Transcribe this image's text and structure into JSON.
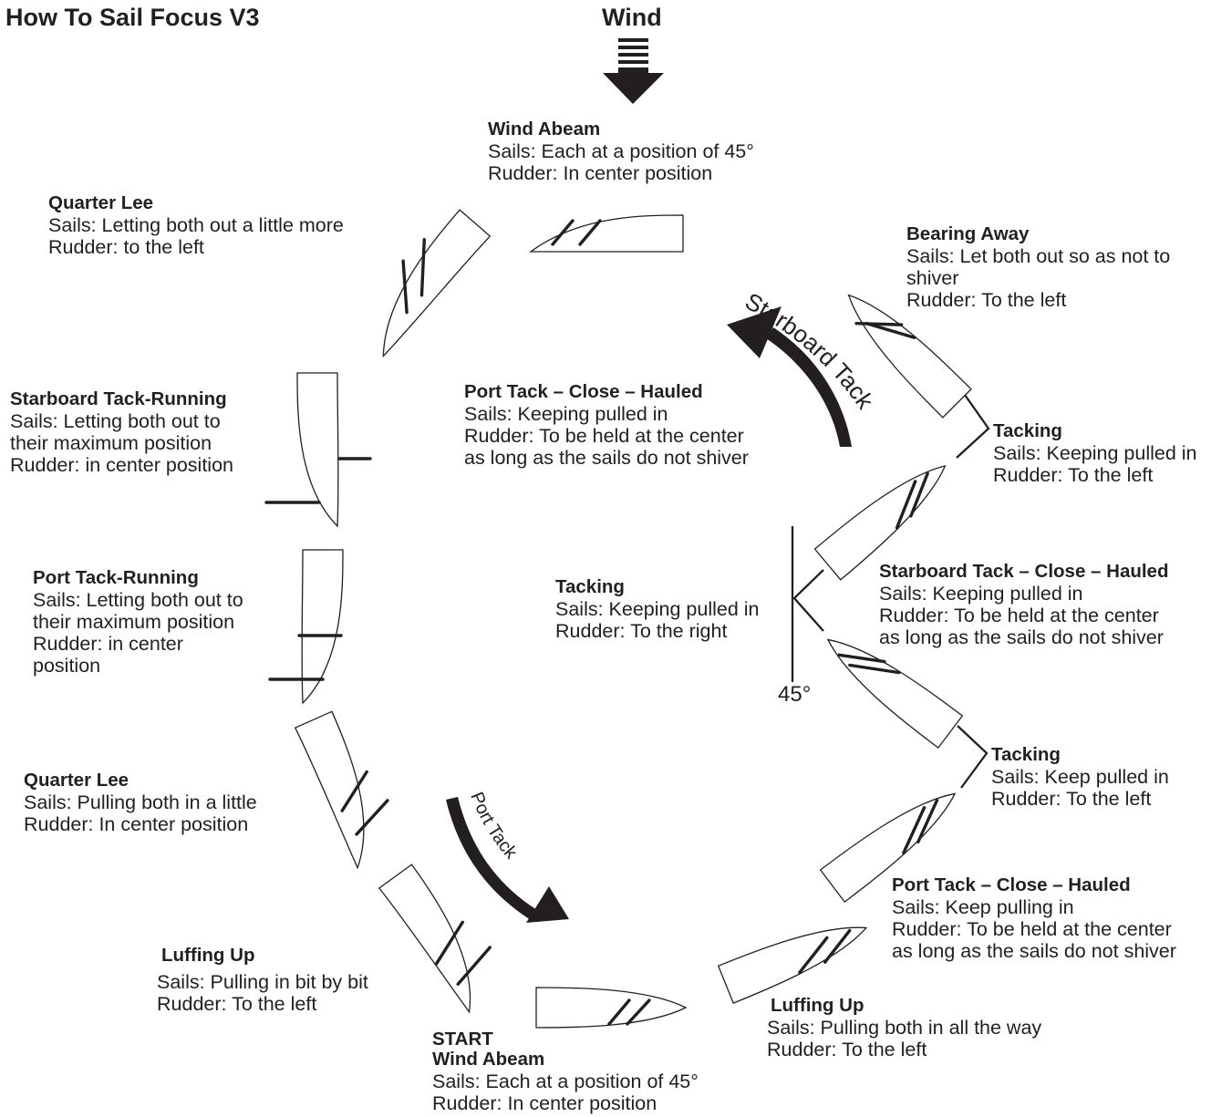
{
  "title": "How To Sail Focus V3",
  "wind_label": "Wind",
  "angle_label": "45°",
  "arrows": {
    "starboard_tack": "Starboard Tack",
    "port_tack": "Port Tack"
  },
  "colors": {
    "ink": "#231f20",
    "background": "#ffffff"
  },
  "steps": [
    {
      "heading": "Wind Abeam",
      "lines": [
        "Sails: Each at a position of 45°",
        "Rudder: In center position"
      ]
    },
    {
      "heading": "Quarter Lee",
      "lines": [
        "Sails: Letting both out a little more",
        "Rudder: to the left"
      ]
    },
    {
      "heading": "Bearing Away",
      "lines": [
        "Sails: Let both out so as not to",
        "shiver",
        "Rudder: To the left"
      ]
    },
    {
      "heading": "Port Tack – Close – Hauled",
      "lines": [
        "Sails: Keeping pulled in",
        "Rudder: To be held at the center",
        "as long as the sails do not shiver"
      ]
    },
    {
      "heading": "Starboard Tack-Running",
      "lines": [
        "Sails: Letting both out to",
        "their maximum position",
        "Rudder: in center position"
      ]
    },
    {
      "heading": "Tacking",
      "lines": [
        "Sails: Keeping pulled in",
        "Rudder: To the left"
      ]
    },
    {
      "heading": "Port Tack-Running",
      "lines": [
        "Sails: Letting both out to",
        "their maximum position",
        "Rudder: in center",
        "position"
      ]
    },
    {
      "heading": "Tacking",
      "lines": [
        "Sails: Keeping pulled in",
        "Rudder: To the right"
      ]
    },
    {
      "heading": "Starboard Tack – Close – Hauled",
      "lines": [
        "Sails: Keeping pulled in",
        "Rudder: To be held at the center",
        "as long as the sails do not shiver"
      ]
    },
    {
      "heading": "Quarter Lee",
      "lines": [
        "Sails: Pulling both in a little",
        "Rudder: In center position"
      ]
    },
    {
      "heading": "Tacking",
      "lines": [
        "Sails: Keep pulled in",
        "Rudder: To the left"
      ]
    },
    {
      "heading": "Port Tack – Close – Hauled",
      "lines": [
        "Sails: Keep pulling in",
        "Rudder: To be held at the center",
        "as long as the sails do not shiver"
      ]
    },
    {
      "heading": "Luffing Up",
      "lines": [
        "Sails: Pulling in bit by bit",
        "Rudder: To the left"
      ]
    },
    {
      "heading": "Luffing Up",
      "lines": [
        "Sails: Pulling both in all the way",
        "Rudder: To the left"
      ]
    },
    {
      "heading": "START",
      "subheading": "Wind Abeam",
      "lines": [
        "Sails: Each at a position of 45°",
        "Rudder: In center position"
      ]
    }
  ]
}
